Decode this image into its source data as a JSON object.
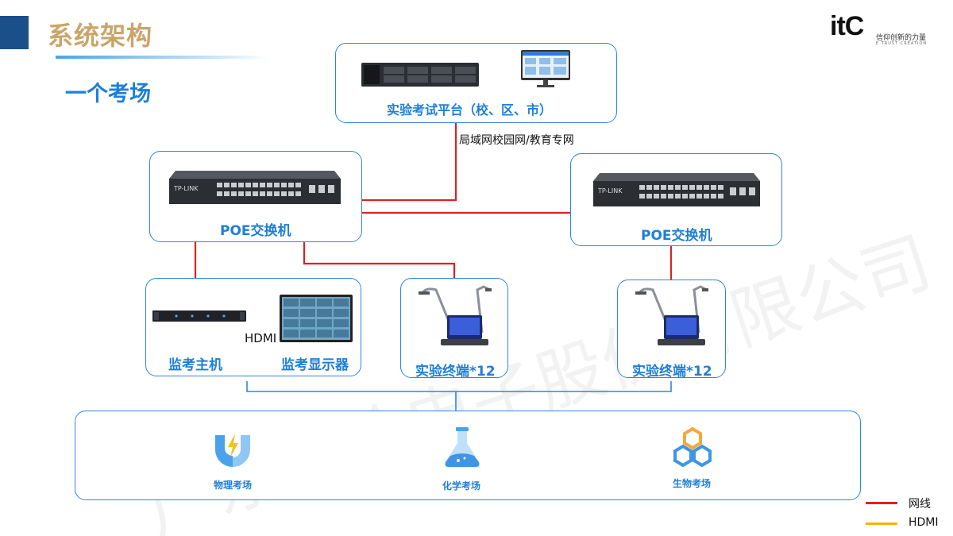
{
  "header": {
    "title": "系统架构",
    "subtitle": "一个考场"
  },
  "logo": {
    "brand": "itC",
    "tagline": "信仰创新的力量",
    "tagline_en": "E TRUST CREATION"
  },
  "watermark": "广东保伦电子股份有限公司",
  "nodes": {
    "platform": "实验考试平台（校、区、市）",
    "network_label": "局域网校园网/教育专网",
    "poe_left": "POE交换机",
    "poe_right": "POE交换机",
    "monitor_host": "监考主机",
    "monitor_display": "监考显示器",
    "hdmi_label": "HDMI",
    "terminal_a": "实验终端*12",
    "terminal_b": "实验终端*12",
    "switch_brand": "TP-LINK"
  },
  "labs": [
    {
      "label": "物理考场",
      "icon": "magnet-icon"
    },
    {
      "label": "化学考场",
      "icon": "flask-icon"
    },
    {
      "label": "生物考场",
      "icon": "hexagon-cells-icon"
    }
  ],
  "legend": [
    {
      "label": "网线",
      "color": "#e02020"
    },
    {
      "label": "HDMI",
      "color": "#f2b400"
    }
  ],
  "colors": {
    "accent": "#1e7fd6",
    "border": "#2e86de",
    "network": "#e02020",
    "hdmi": "#f2b400",
    "title": "#c9a56a"
  }
}
